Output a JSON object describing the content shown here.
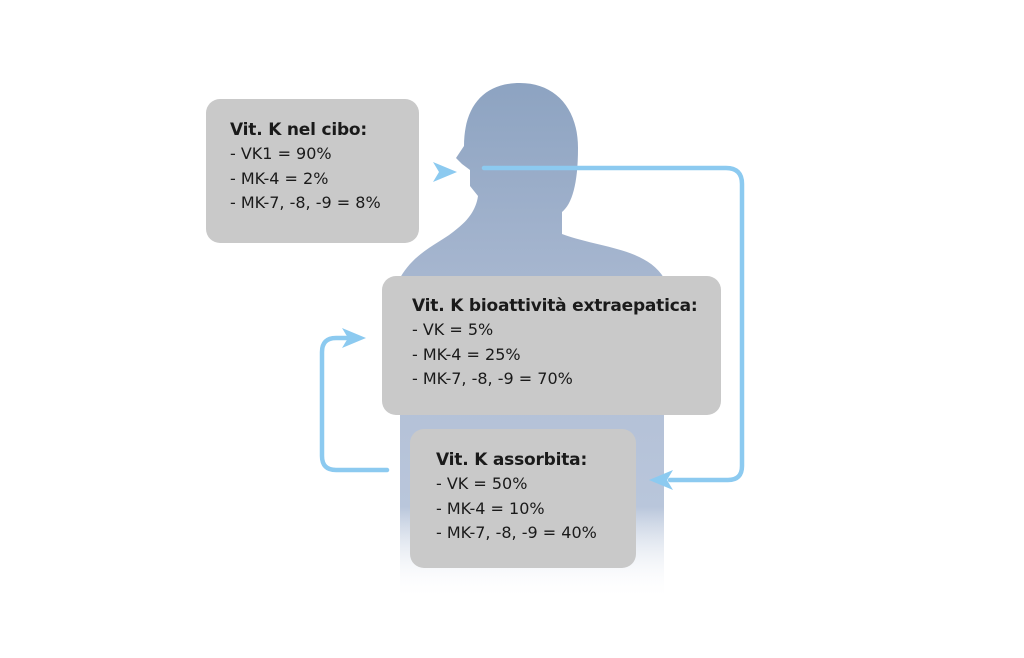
{
  "colors": {
    "silhouette_top": "#8da3c1",
    "silhouette_bottom": "#b9c6db",
    "box_fill": "#c9c9c9",
    "arrow": "#8ccaf0",
    "text": "#1a1a1a"
  },
  "nodes": {
    "food": {
      "title": "Vit. K nel cibo:",
      "items": [
        "- VK1 = 90%",
        "- MK-4 = 2%",
        "- MK-7, -8, -9 = 8%"
      ]
    },
    "extrahepatic": {
      "title": "Vit. K bioattività extraepatica:",
      "items": [
        "- VK = 5%",
        "- MK-4 = 25%",
        "- MK-7, -8, -9 = 70%"
      ]
    },
    "absorbed": {
      "title": "Vit. K assorbita:",
      "items": [
        "- VK = 50%",
        "- MK-4 = 10%",
        "- MK-7, -8, -9 = 40%"
      ]
    }
  },
  "edges": [
    {
      "from": "food",
      "to": "absorbed",
      "icon": "arrow-icon"
    },
    {
      "from": "absorbed",
      "to": "extrahepatic",
      "icon": "arrow-icon"
    }
  ]
}
